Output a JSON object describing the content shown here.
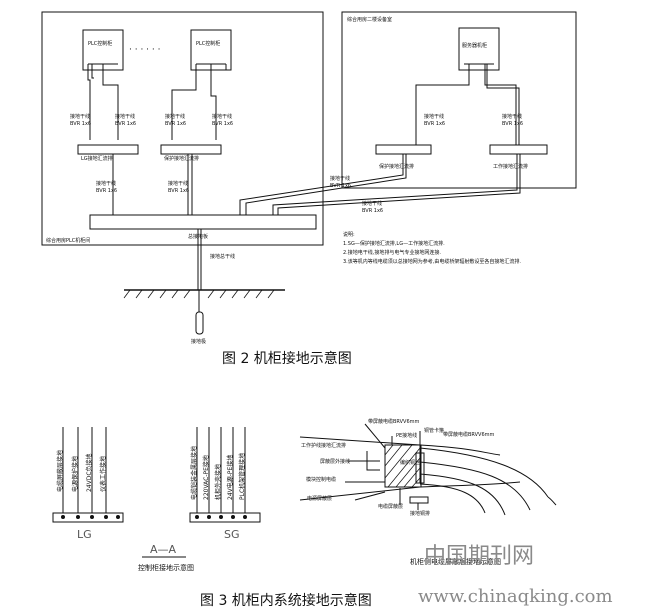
{
  "figure2": {
    "caption": "图 2  机柜接地示意图",
    "cabinet_left": "综合用房PLC机柜间",
    "cabinet_right": "综合用房二楼设备室",
    "plc1": "PLC控制柜",
    "plc2": "PLC控制柜",
    "server": "服务器机柜",
    "dots": "· · · · · ·",
    "bar_lg": "LG接地汇流排",
    "bar_pg": "保护接地汇流排",
    "bar_pg2": "保护接地汇流排",
    "bar_lg2": "工作接地汇流排",
    "main_bar": "总接地板",
    "cable_small": "接地干线",
    "cable_spec": "BVR 1x6",
    "cable_main": "接地总干线",
    "electrode": "接地极",
    "notes": [
      "说明:",
      "1.SG—保护接地汇流排,LG—工作接地汇流排.",
      "2.接地电干线,接地排与电气专业接地网连接.",
      "3.该等机内等线电缆须以总接地网为参考,由电缆桥架辐射敷设至各自接地汇流排."
    ]
  },
  "figure3": {
    "caption": "图 3  机柜内系统接地示意图",
    "lg_label": "LG",
    "sg_label": "SG",
    "section": "A—A",
    "section_sub": "控制柜接地示意图",
    "lg_terminals": [
      "电缆屏蔽层接地",
      "电源保护接地",
      "24VDC负接地",
      "仪表工作接地"
    ],
    "sg_terminals": [
      "电缆铠装金属层接地",
      "220VAC-PE接地",
      "机柜外壳接地",
      "24V电源-PE接地",
      "PLC机架管理接地"
    ],
    "cable_labels": {
      "top": "带屏蔽电缆BRVV6mm",
      "shield": "屏蔽层外接线",
      "clamp": "铜管卡箍",
      "pe": "PE接地线",
      "left1": "工作护线接地汇流排",
      "left2": "模块控制电缆",
      "left3": "电源屏蔽层",
      "mid1": "电缆屏蔽层",
      "mid2": "编织铜丝",
      "bot": "接地铜排",
      "right": "带屏蔽电缆BRVV6mm",
      "title": "机柜侧电缆屏蔽层接地示意图"
    }
  },
  "watermarks": {
    "cn": "中国期刊网",
    "url": "www.chinaqking.com"
  }
}
